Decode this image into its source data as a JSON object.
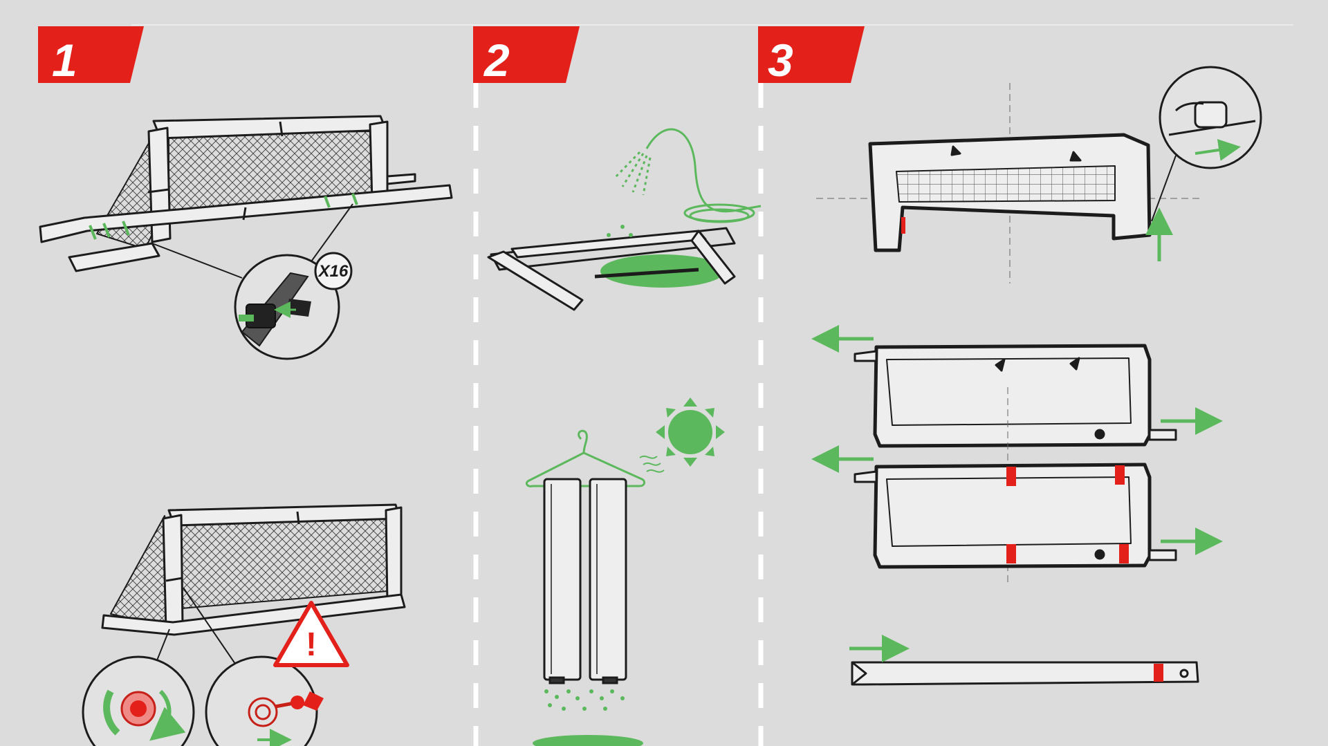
{
  "steps": [
    {
      "number": "1"
    },
    {
      "number": "2"
    },
    {
      "number": "3"
    }
  ],
  "callouts": {
    "quantity": "X16",
    "warning_symbol": "!"
  },
  "colors": {
    "background": "#dcdcdc",
    "step_badge": "#e3201a",
    "accent_green": "#5cb85c",
    "line": "#1c1c1c",
    "divider": "#ffffff",
    "marker_red": "#e3201a"
  },
  "icons": [
    "warning-triangle-icon",
    "sun-icon",
    "garden-hose-icon",
    "coat-hanger-icon",
    "buckle-clip-icon",
    "magnifier-callout-icon",
    "direction-arrow-icon"
  ]
}
